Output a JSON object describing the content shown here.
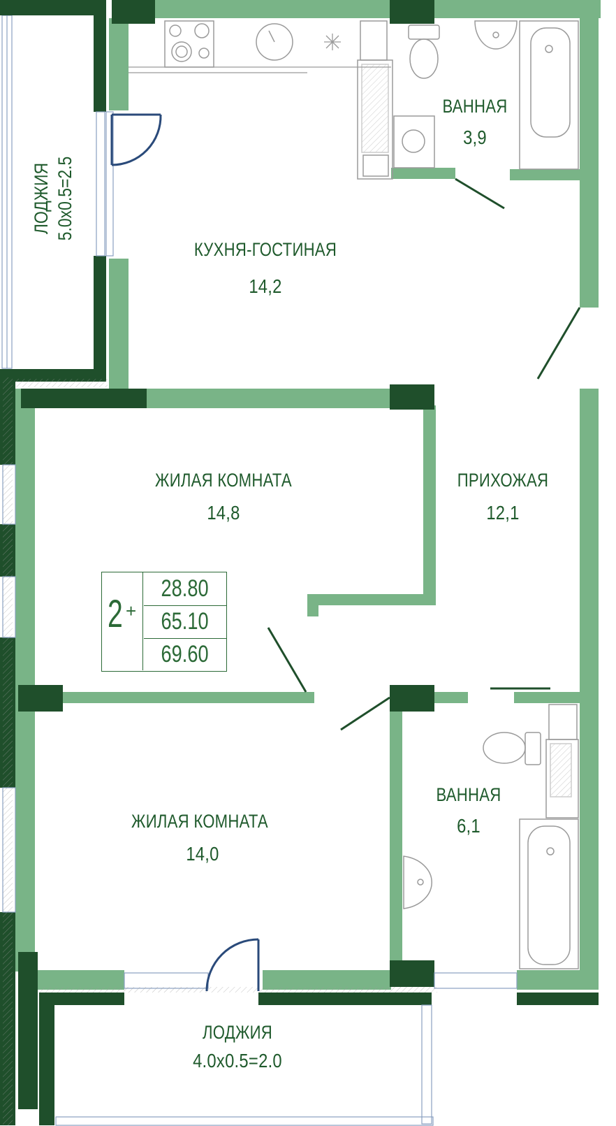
{
  "colors": {
    "wall_light": "#79b487",
    "wall_dark": "#1f4f2b",
    "text": "#1f5a2c",
    "fixture": "#9a9a9a"
  },
  "rooms": {
    "loggia_top": {
      "name": "ЛОДЖИЯ",
      "size": "5.0х0.5=2.5"
    },
    "bath_top": {
      "name": "ВАННАЯ",
      "area": "3,9"
    },
    "kitchen": {
      "name": "КУХНЯ-ГОСТИНАЯ",
      "area": "14,2"
    },
    "living_1": {
      "name": "ЖИЛАЯ КОМНАТА",
      "area": "14,8"
    },
    "hall": {
      "name": "ПРИХОЖАЯ",
      "area": "12,1"
    },
    "living_2": {
      "name": "ЖИЛАЯ КОМНАТА",
      "area": "14,0"
    },
    "bath_bottom": {
      "name": "ВАННАЯ",
      "area": "6,1"
    },
    "loggia_bottom": {
      "name": "ЛОДЖИЯ",
      "size": "4.0х0.5=2.0"
    }
  },
  "summary": {
    "rooms": "2",
    "plus": "+",
    "living_area": "28.80",
    "total_area": "65.10",
    "total_with_loggia": "69.60"
  },
  "icons": [
    "stove-icon",
    "sink-icon",
    "fridge-icon",
    "toilet-icon",
    "washbasin-icon",
    "bathtub-icon",
    "washing-machine-icon"
  ]
}
